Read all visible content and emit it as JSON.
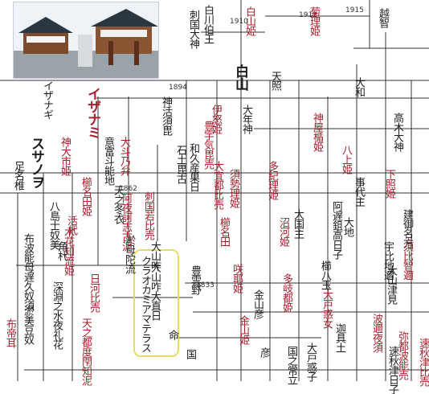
{
  "photo": {
    "alt_icon": "shrine-photo"
  },
  "numbers": [
    "1910",
    "1912",
    "1915",
    "1894",
    "1862",
    "1833"
  ],
  "names": [
    {
      "id": "name-hirakawa",
      "text": "白川伯王",
      "color": "#1c1c1c"
    },
    {
      "id": "name-shirayama-hime",
      "text": "白山姫",
      "color": "#a81f2c"
    },
    {
      "id": "name-kikurihime",
      "text": "菊理姫",
      "color": "#a81f2c"
    },
    {
      "id": "name-hakusan",
      "text": "白山",
      "color": "#1c1c1c"
    },
    {
      "id": "name-sashikuni",
      "text": "刺国大神",
      "color": "#1c1c1c"
    },
    {
      "id": "name-ochi",
      "text": "越智",
      "color": "#1c1c1c"
    },
    {
      "id": "name-izanami",
      "text": "イザナミ",
      "color": "#a81f2c"
    },
    {
      "id": "name-izanagi",
      "text": "イザナギ",
      "color": "#1c1c1c"
    },
    {
      "id": "name-susanoo",
      "text": "スサノヲ",
      "color": "#1c1c1c"
    },
    {
      "id": "name-kamuoichi",
      "text": "神大市姫",
      "color": "#a81f2c"
    },
    {
      "id": "name-ashinazuchi",
      "text": "足名椎",
      "color": "#1c1c1c"
    },
    {
      "id": "name-kushinada",
      "text": "櫛名田姫",
      "color": "#a81f2c"
    },
    {
      "id": "name-yashimashinumi",
      "text": "八島士奴美",
      "color": "#1c1c1c"
    },
    {
      "id": "name-konohana",
      "text": "木花知流姫",
      "color": "#a81f2c"
    },
    {
      "id": "name-fuwanomojikunusu",
      "text": "布波能母遅久奴須",
      "color": "#1c1c1c"
    },
    {
      "id": "name-hikawahime",
      "text": "日河比売",
      "color": "#a81f2c"
    },
    {
      "id": "name-fukabuchi",
      "text": "深淵之水夜礼花",
      "color": "#1c1c1c"
    },
    {
      "id": "name-ameno",
      "text": "天之都度閇知泥",
      "color": "#a81f2c"
    },
    {
      "id": "name-omizunu",
      "text": "淤美豆奴",
      "color": "#1c1c1c"
    },
    {
      "id": "name-futemimi",
      "text": "布帝耳",
      "color": "#a81f2c"
    },
    {
      "id": "name-amenofuyukinu",
      "text": "天之冬衣",
      "color": "#1c1c1c"
    },
    {
      "id": "name-sashikuniwaka",
      "text": "刺国若比売",
      "color": "#a81f2c"
    },
    {
      "id": "name-okuninushi",
      "text": "大国主",
      "color": "#1c1c1c"
    },
    {
      "id": "name-kukuri",
      "text": "大山咋",
      "color": "#1c1c1c"
    },
    {
      "id": "name-kamitsuhi",
      "text": "大年神",
      "color": "#1c1c1c"
    },
    {
      "id": "name-ijiki",
      "text": "伊怒姫",
      "color": "#a81f2c"
    },
    {
      "id": "name-kamuikuhi",
      "text": "神活須毘",
      "color": "#1c1c1c"
    },
    {
      "id": "name-ishi",
      "text": "石土毘古",
      "color": "#1c1c1c"
    },
    {
      "id": "name-amaterasu",
      "text": "天照",
      "color": "#1c1c1c"
    },
    {
      "id": "name-takami",
      "text": "高木大神",
      "color": "#1c1c1c"
    },
    {
      "id": "name-suseri",
      "text": "須勢理姫",
      "color": "#a81f2c"
    },
    {
      "id": "name-taki",
      "text": "多紀理姫",
      "color": "#a81f2c"
    },
    {
      "id": "name-kamoh",
      "text": "神屋楯姫",
      "color": "#a81f2c"
    },
    {
      "id": "name-yagami",
      "text": "八上姫",
      "color": "#a81f2c"
    },
    {
      "id": "name-kotoshiro",
      "text": "事代主",
      "color": "#1c1c1c"
    },
    {
      "id": "name-ajisuki",
      "text": "阿遅鉏高日子",
      "color": "#1c1c1c"
    },
    {
      "id": "name-shitateru",
      "text": "下照姫",
      "color": "#a81f2c"
    },
    {
      "id": "name-takeminakata",
      "text": "建御名方",
      "color": "#1c1c1c"
    },
    {
      "id": "name-nunakawa",
      "text": "沼河姫",
      "color": "#a81f2c"
    },
    {
      "id": "name-tagiri",
      "text": "多岐都姫",
      "color": "#a81f2c"
    },
    {
      "id": "name-kushiyatama",
      "text": "櫛八玉",
      "color": "#1c1c1c"
    },
    {
      "id": "name-oyamatsumi",
      "text": "大山津見",
      "color": "#1c1c1c"
    },
    {
      "id": "name-kagutsuchi",
      "text": "迦具土",
      "color": "#1c1c1c"
    },
    {
      "id": "name-haniyasu",
      "text": "波邇夜須",
      "color": "#a81f2c"
    },
    {
      "id": "name-mizuha",
      "text": "弥都波能売",
      "color": "#a81f2c"
    },
    {
      "id": "name-wakumusubi",
      "text": "和久産巣日",
      "color": "#1c1c1c"
    },
    {
      "id": "name-toyouke",
      "text": "豊宇気毘売",
      "color": "#a81f2c"
    },
    {
      "id": "name-oyagetsu",
      "text": "大宜都比売",
      "color": "#a81f2c"
    },
    {
      "id": "name-kushinada2",
      "text": "櫛名田",
      "color": "#a81f2c"
    },
    {
      "id": "name-kunitoko",
      "text": "国之常立",
      "color": "#1c1c1c"
    },
    {
      "id": "name-toyokumo",
      "text": "豊雲野",
      "color": "#1c1c1c"
    },
    {
      "id": "name-ukehi",
      "text": "宇比地邇",
      "color": "#1c1c1c"
    },
    {
      "id": "name-suhiji",
      "text": "須比智邇",
      "color": "#a81f2c"
    },
    {
      "id": "name-tsunoguhi",
      "text": "角杙",
      "color": "#1c1c1c"
    },
    {
      "id": "name-ikuguhi",
      "text": "活杙",
      "color": "#a81f2c"
    },
    {
      "id": "name-otonoji",
      "text": "意富斗能地",
      "color": "#1c1c1c"
    },
    {
      "id": "name-otonobe",
      "text": "大斗乃弁",
      "color": "#a81f2c"
    },
    {
      "id": "name-omodaru",
      "text": "淤母陀流",
      "color": "#1c1c1c"
    },
    {
      "id": "name-ayakashiko",
      "text": "阿夜訶志古泥",
      "color": "#a81f2c"
    },
    {
      "id": "name-daichi",
      "text": "大地",
      "color": "#1c1c1c"
    },
    {
      "id": "name-yamato",
      "text": "大和",
      "color": "#1c1c1c"
    },
    {
      "id": "name-kanayama",
      "text": "金山彦",
      "color": "#1c1c1c"
    },
    {
      "id": "name-kanayamahime",
      "text": "金山姫",
      "color": "#a81f2c"
    },
    {
      "id": "name-yamatoto",
      "text": "大戸惑子",
      "color": "#1c1c1c"
    },
    {
      "id": "name-yamatohime",
      "text": "大戸惑女",
      "color": "#a81f2c"
    },
    {
      "id": "name-hayaakitsu",
      "text": "速秋津日子",
      "color": "#1c1c1c"
    },
    {
      "id": "name-hayaakitsuhime",
      "text": "速秋津比売",
      "color": "#a81f2c"
    },
    {
      "id": "name-hiko",
      "text": "彦",
      "color": "#1c1c1c"
    },
    {
      "id": "name-sakuya",
      "text": "咲耶姫",
      "color": "#a81f2c"
    },
    {
      "id": "name-oyamakui",
      "text": "大山咋大直日",
      "color": "#1c1c1c"
    },
    {
      "id": "name-kuramitsuha",
      "text": "クラオカミアマテラス",
      "color": "#1c1c1c"
    },
    {
      "id": "name-mikoto",
      "text": "命",
      "color": "#1c1c1c"
    },
    {
      "id": "name-kuni",
      "text": "国",
      "color": "#1c1c1c"
    }
  ]
}
